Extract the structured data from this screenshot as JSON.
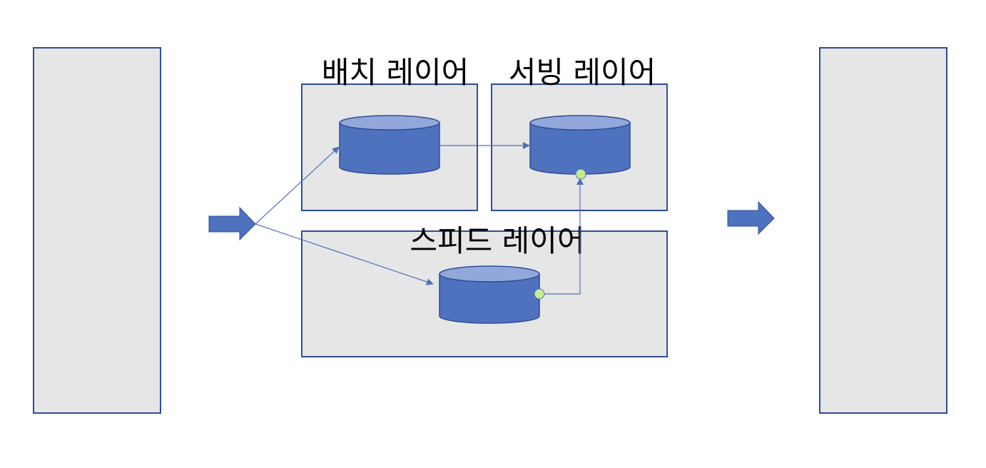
{
  "layers": {
    "batch_label": "배치 레이어",
    "serving_label": "서빙 레이어",
    "speed_label": "스피드 레이어"
  },
  "colors": {
    "box_fill": "#e6e6e6",
    "box_stroke": "#2f4d97",
    "cylinder_fill": "#4f72bf",
    "cylinder_top": "#93a8da",
    "cylinder_stroke": "#2f4d97",
    "arrow_fill": "#4f72bf",
    "connector_line": "#4f72bf",
    "connector_dot": "#c8eb8d"
  }
}
